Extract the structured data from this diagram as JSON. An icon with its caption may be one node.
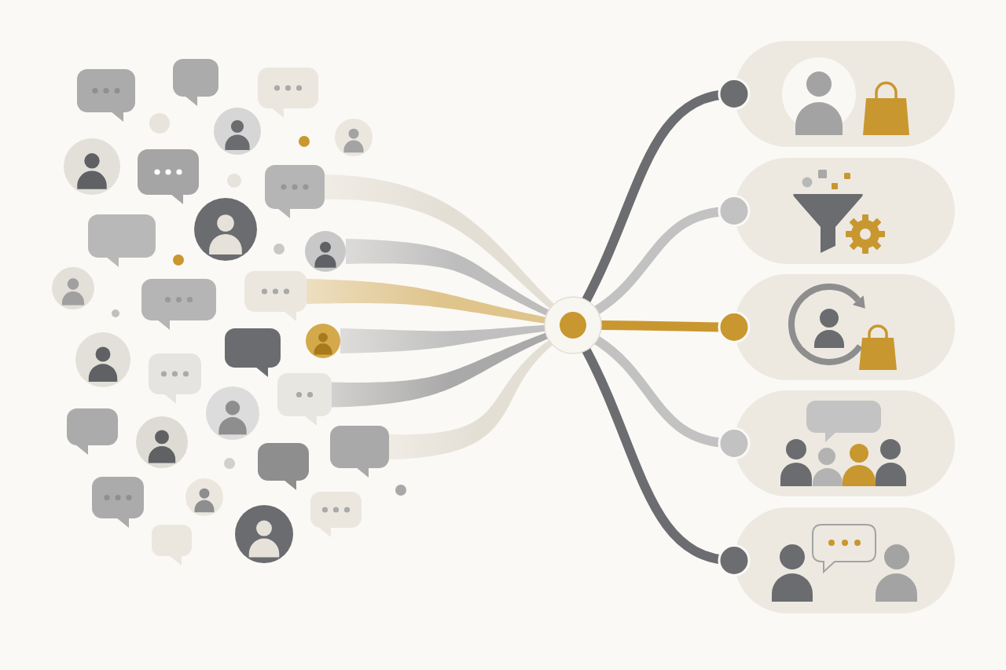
{
  "diagram": {
    "nodes": [
      {
        "text": [],
        "shape": "bubble"
      },
      {
        "text": [],
        "shape": "person"
      },
      {
        "text": [],
        "shape": "bubble"
      },
      {
        "text": [],
        "shape": "person"
      },
      {
        "text": [],
        "shape": "bubble"
      },
      {
        "text": [],
        "shape": "bubble"
      },
      {
        "text": [],
        "shape": "circle"
      },
      {
        "text": [],
        "shape": "box"
      },
      {
        "text": [],
        "shape": "box"
      },
      {
        "text": [],
        "shape": "box"
      },
      {
        "text": [],
        "shape": "box"
      },
      {
        "text": [],
        "shape": "box"
      }
    ],
    "edges": [
      {
        "from": 0,
        "to": 6,
        "arrow": "none",
        "style": "thick",
        "color": "#e4dfd5"
      },
      {
        "from": 1,
        "to": 6,
        "arrow": "none",
        "style": "thick",
        "color": "#bdbdbd"
      },
      {
        "from": 2,
        "to": 6,
        "arrow": "none",
        "style": "thick",
        "color": "#dfc48c"
      },
      {
        "from": 3,
        "to": 6,
        "arrow": "none",
        "style": "thick",
        "color": "#c0c0c0"
      },
      {
        "from": 4,
        "to": 6,
        "arrow": "none",
        "style": "thick",
        "color": "#a9a9a9"
      },
      {
        "from": 5,
        "to": 6,
        "arrow": "none",
        "style": "thick",
        "color": "#e4dfd5"
      },
      {
        "from": 6,
        "to": 7,
        "arrow": "other",
        "color": "#6b6d70"
      },
      {
        "from": 6,
        "to": 8,
        "arrow": "other",
        "color": "#c2c2c2"
      },
      {
        "from": 6,
        "to": 9,
        "arrow": "other",
        "color": "#c9972f"
      },
      {
        "from": 6,
        "to": 10,
        "arrow": "other",
        "color": "#c2c2c2"
      },
      {
        "from": 6,
        "to": 11,
        "arrow": "other",
        "color": "#6b6d70"
      }
    ]
  }
}
